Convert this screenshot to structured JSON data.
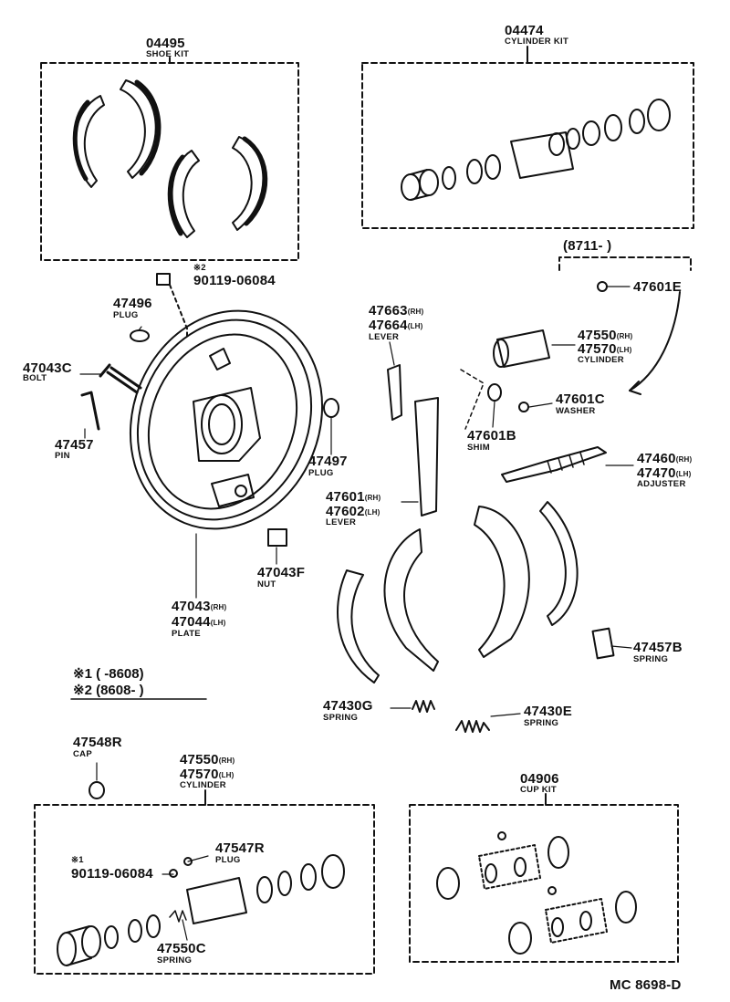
{
  "kits": {
    "shoe_kit": {
      "number": "04495",
      "name": "SHOE KIT"
    },
    "cylinder_kit": {
      "number": "04474",
      "name": "CYLINDER KIT"
    },
    "cup_kit": {
      "number": "04906",
      "name": "CUP KIT"
    },
    "cylinder_box": {
      "line1": "47550",
      "suffix1": "(RH)",
      "line2": "47570",
      "suffix2": "(LH)",
      "name": "CYLINDER"
    }
  },
  "parts": {
    "p_90119_top": {
      "mark": "※2",
      "number": "90119-06084"
    },
    "p_47496": {
      "number": "47496",
      "name": "PLUG"
    },
    "p_47043c": {
      "number": "47043C",
      "name": "BOLT"
    },
    "p_47457": {
      "number": "47457",
      "name": "PIN"
    },
    "p_47497": {
      "number": "47497",
      "name": "PLUG"
    },
    "p_47043f": {
      "number": "47043F",
      "name": "NUT"
    },
    "p_plate": {
      "line1": "47043",
      "suffix1": "(RH)",
      "line2": "47044",
      "suffix2": "(LH)",
      "name": "PLATE"
    },
    "p_lever_top": {
      "line1": "47663",
      "suffix1": "(RH)",
      "line2": "47664",
      "suffix2": "(LH)",
      "name": "LEVER"
    },
    "p_47601b": {
      "number": "47601B",
      "name": "SHIM"
    },
    "p_lever_mid": {
      "line1": "47601",
      "suffix1": "(RH)",
      "line2": "47602",
      "suffix2": "(LH)",
      "name": "LEVER"
    },
    "p_cyl_right": {
      "line1": "47550",
      "suffix1": "(RH)",
      "line2": "47570",
      "suffix2": "(LH)",
      "name": "CYLINDER"
    },
    "p_47601c": {
      "number": "47601C",
      "name": "WASHER"
    },
    "p_47601e": {
      "number": "47601E"
    },
    "p_adjuster": {
      "line1": "47460",
      "suffix1": "(RH)",
      "line2": "47470",
      "suffix2": "(LH)",
      "name": "ADJUSTER"
    },
    "p_47457b": {
      "number": "47457B",
      "name": "SPRING"
    },
    "p_47430g": {
      "number": "47430G",
      "name": "SPRING"
    },
    "p_47430e": {
      "number": "47430E",
      "name": "SPRING"
    },
    "p_47548r": {
      "number": "47548R",
      "name": "CAP"
    },
    "p_47547r": {
      "number": "47547R",
      "name": "PLUG"
    },
    "p_90119_bottom": {
      "mark": "※1",
      "number": "90119-06084"
    },
    "p_47550c": {
      "number": "47550C",
      "name": "SPRING"
    }
  },
  "date_range": "(8711-          )",
  "legend": [
    {
      "mark": "※1",
      "text": "(          -8608)"
    },
    {
      "mark": "※2",
      "text": "(8608-          )"
    }
  ],
  "code": "MC 8698-D"
}
